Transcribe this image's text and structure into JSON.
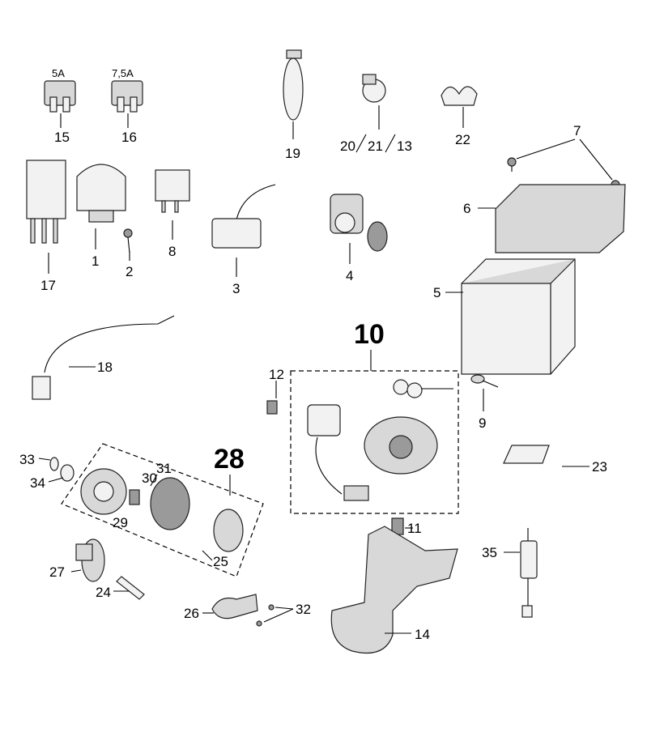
{
  "fuse_ratings": {
    "fuse_15": "5A",
    "fuse_16": "7,5A"
  },
  "callouts": {
    "c1": "1",
    "c2": "2",
    "c3": "3",
    "c4": "4",
    "c5": "5",
    "c6": "6",
    "c7": "7",
    "c8": "8",
    "c9": "9",
    "c10": "10",
    "c11": "11",
    "c12": "12",
    "c14": "14",
    "c15": "15",
    "c16": "16",
    "c17": "17",
    "c18": "18",
    "c19": "19",
    "c20": "20",
    "c21": "21",
    "c13": "13",
    "c22": "22",
    "c23": "23",
    "c24": "24",
    "c25": "25",
    "c26": "26",
    "c27": "27",
    "c28": "28",
    "c29": "29",
    "c30": "30",
    "c31": "31",
    "c32": "32",
    "c33": "33",
    "c34": "34",
    "c35": "35"
  }
}
